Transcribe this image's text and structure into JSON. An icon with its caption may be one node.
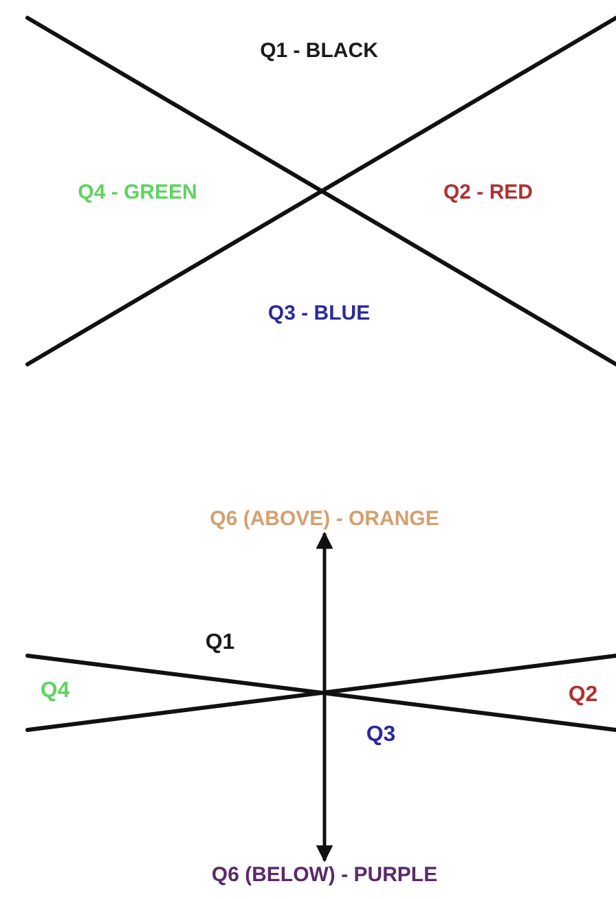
{
  "diagram": {
    "nodes": [
      {
        "text": [
          "Q6 (ABOVE) - ORANGE"
        ]
      },
      {
        "text": [
          "Q6 (BELOW) - PURPLE"
        ]
      }
    ],
    "edges": [
      {
        "from": 0,
        "to": 1,
        "arrow": "both"
      }
    ],
    "labels": [
      "Q1 - BLACK",
      "Q4 - GREEN",
      "Q2 - RED",
      "Q3 - BLUE",
      "Q1",
      "Q4",
      "Q2",
      "Q3"
    ]
  }
}
